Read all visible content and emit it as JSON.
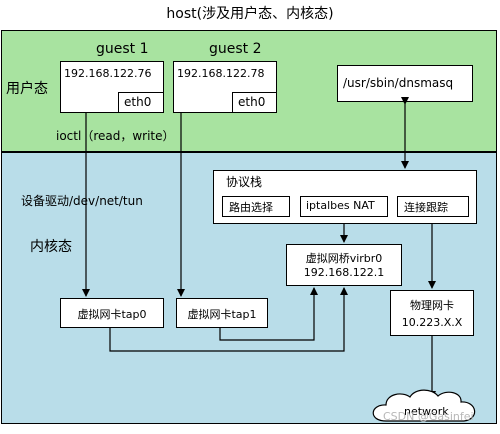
{
  "title": "host(涉及用户态、内核态)",
  "user_space": {
    "label": "用户态",
    "guest1": {
      "name": "guest 1",
      "ip": "192.168.122.76",
      "nic": "eth0"
    },
    "guest2": {
      "name": "guest 2",
      "ip": "192.168.122.78",
      "nic": "eth0"
    },
    "dnsmasq": "/usr/sbin/dnsmasq",
    "ioctl": "ioctl（read，write）"
  },
  "kernel_space": {
    "label": "内核态",
    "driver": "设备驱动/dev/net/tun",
    "stack": {
      "title": "协议栈",
      "routing": "路由选择",
      "iptables": "iptalbes NAT",
      "conntrack": "连接跟踪"
    },
    "bridge": {
      "name": "虚拟网桥virbr0",
      "ip": "192.168.122.1"
    },
    "tap0": "虚拟网卡tap0",
    "tap1": "虚拟网卡tap1",
    "physical": {
      "name": "物理网卡",
      "ip": "10.223.X.X"
    }
  },
  "network": "network",
  "watermark": "CSDN @Gasinfei",
  "colors": {
    "user_bg": "#a8e3a0",
    "kernel_bg": "#b9dde9"
  }
}
